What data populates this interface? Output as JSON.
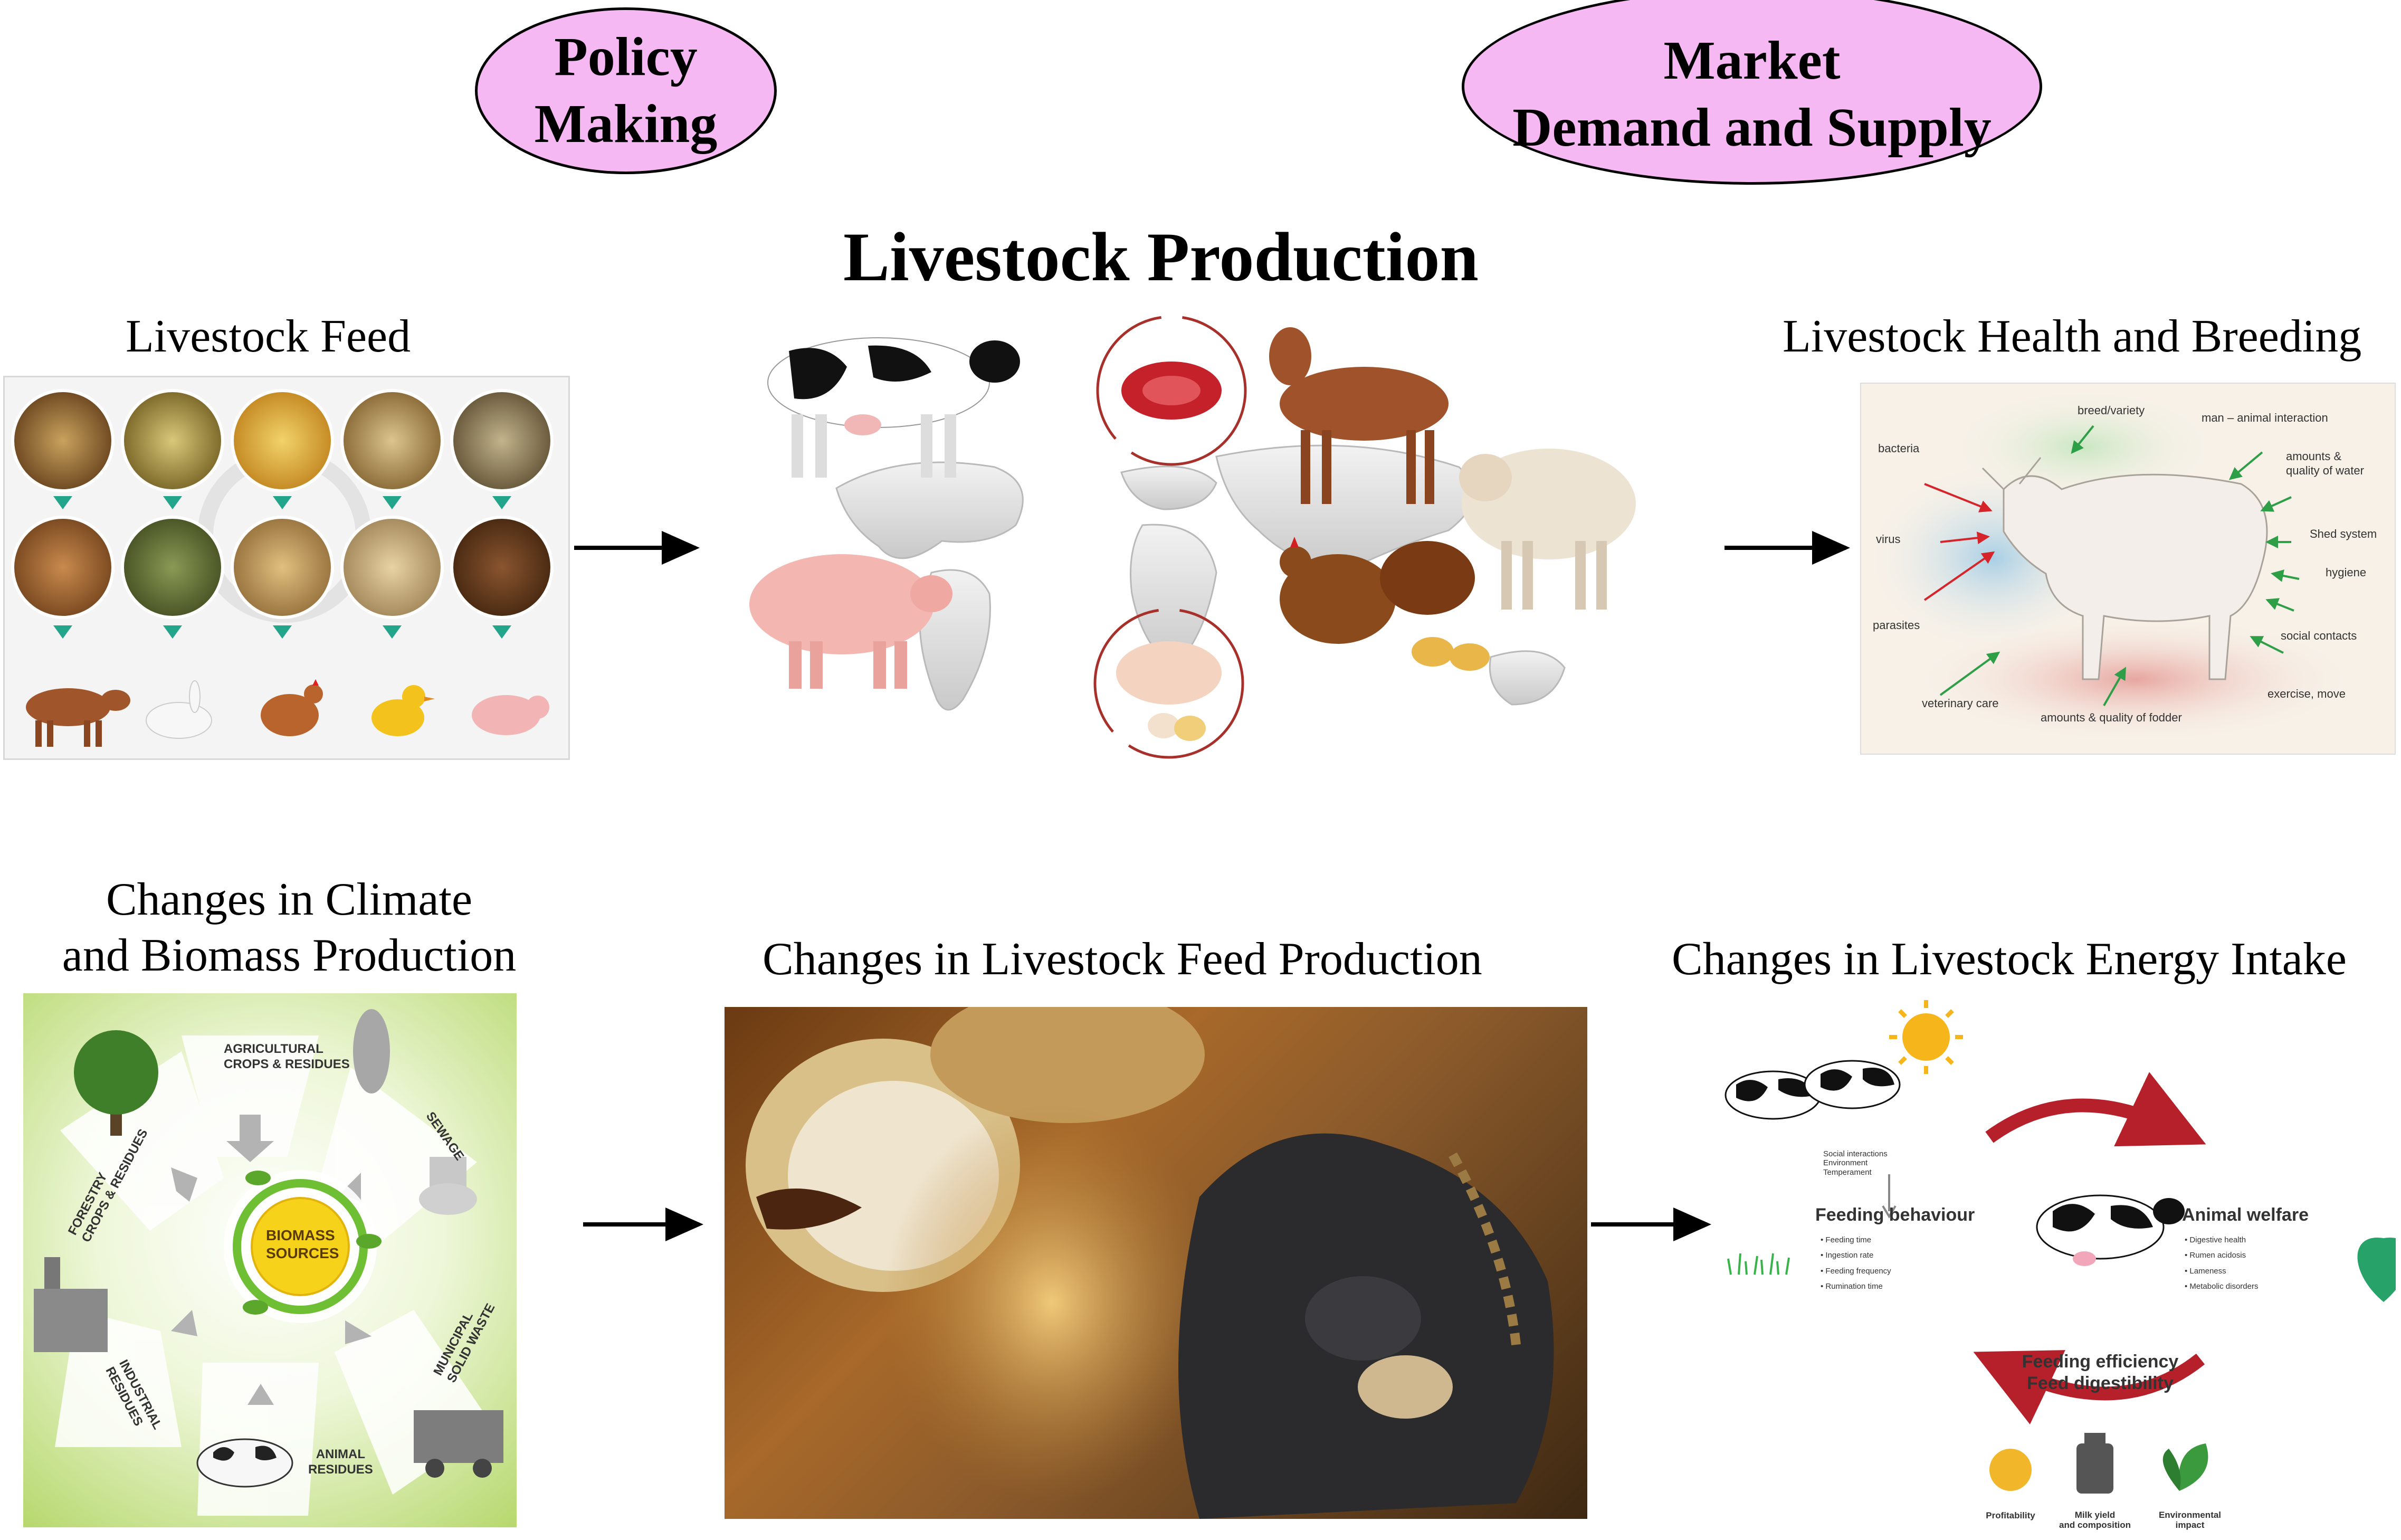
{
  "ovals": {
    "policy": [
      "Policy",
      "Making"
    ],
    "market": [
      "Market",
      "Demand and Supply"
    ]
  },
  "title": "Livestock Production",
  "headings": {
    "feed": "Livestock Feed",
    "health": "Livestock Health and Breeding",
    "climate": [
      "Changes in Climate",
      "and Biomass Production"
    ],
    "feed_production": "Changes in Livestock Feed Production",
    "energy_intake": "Changes in Livestock Energy Intake"
  },
  "health_diagram": {
    "labels": [
      "breed/variety",
      "man – animal interaction",
      "bacteria",
      "amounts &",
      "quality of water",
      "virus",
      "Shed system",
      "hygiene",
      "parasites",
      "social contacts",
      "exercise, move",
      "veterinary care",
      "amounts & quality of fodder"
    ]
  },
  "biomass_diagram": {
    "center": [
      "BIOMASS",
      "SOURCES"
    ],
    "sources": {
      "agri": [
        "AGRICULTURAL",
        "CROPS & RESIDUES"
      ],
      "sewage": "SEWAGE",
      "forestry": [
        "FORESTRY",
        "CROPS & RESIDUES"
      ],
      "municipal": [
        "MUNICIPAL",
        "SOLID WASTE"
      ],
      "industrial": [
        "INDUSTRIAL",
        "RESIDUES"
      ],
      "animal": [
        "ANIMAL",
        "RESIDUES"
      ]
    }
  },
  "energy_diagram": {
    "social": [
      "Social interactions",
      "Environment",
      "Temperament"
    ],
    "feeding_behaviour": "Feeding behaviour",
    "feeding_items": [
      "• Feeding time",
      "• Ingestion rate",
      "• Feeding frequency",
      "• Rumination time"
    ],
    "animal_welfare": "Animal welfare",
    "welfare_items": [
      "• Digestive health",
      "• Rumen acidosis",
      "• Lameness",
      "• Metabolic disorders"
    ],
    "efficiency": [
      "Feeding efficiency",
      "Feed digestibility"
    ],
    "outcomes": [
      "Profitability",
      "Milk yield",
      "and composition",
      "Environmental",
      "impact"
    ]
  },
  "colors": {
    "oval_fill": "#f5b8f2",
    "green_arrow": "#2e9e47",
    "red_arrow": "#d6242b",
    "cycle_red": "#b5202a",
    "biomass_yellow": "#f6d21a"
  }
}
